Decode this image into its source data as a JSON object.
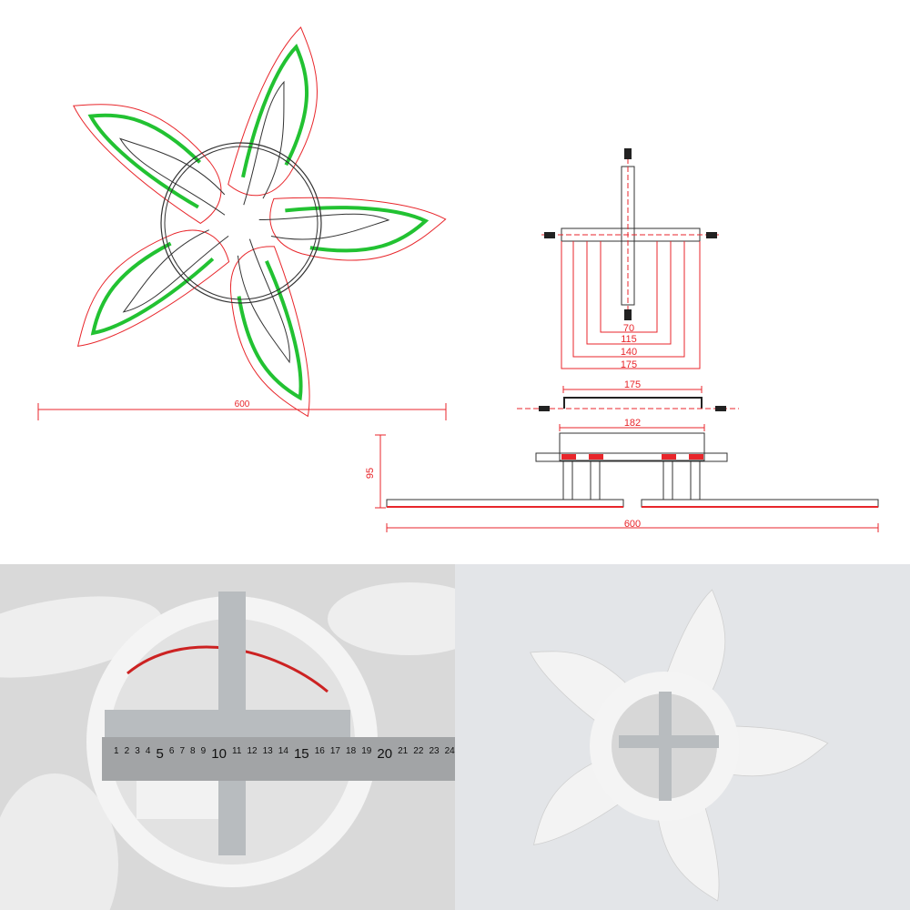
{
  "top_view": {
    "width_label": "600"
  },
  "bracket_view": {
    "dims": [
      "70",
      "115",
      "140",
      "175"
    ]
  },
  "side_view": {
    "bracket_width": "175",
    "base_width": "182",
    "height": "95",
    "total_width": "600"
  },
  "photo_left": {
    "ruler_numbers": [
      "1",
      "2",
      "3",
      "4",
      "5",
      "6",
      "7",
      "8",
      "9",
      "10",
      "11",
      "12",
      "13",
      "14",
      "15",
      "16",
      "17",
      "18",
      "19",
      "20",
      "21",
      "22",
      "23",
      "24"
    ]
  },
  "colors": {
    "outline": "#e8262b",
    "led": "#22c232",
    "line": "#333333"
  }
}
